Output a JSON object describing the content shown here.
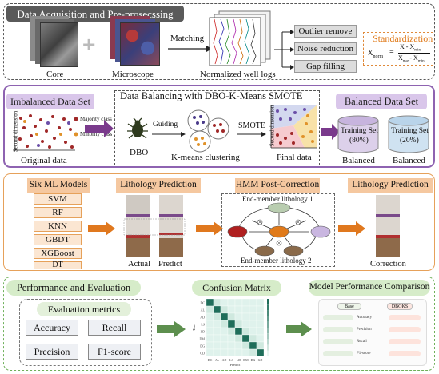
{
  "panel1": {
    "title": "Data Acquisition and Pre-prosecssing",
    "core_label": "Core",
    "microscope_label": "Microscope",
    "matching_label": "Matching",
    "logs_label": "Normalized well logs",
    "steps": [
      "Outlier remove",
      "Noise reduction",
      "Gap filling"
    ],
    "standardization_title": "Standardization",
    "formula_lhs": "X",
    "formula_lhs_sub": "norm",
    "formula_eq": "=",
    "formula_num": "X - X",
    "formula_num_sub": "min",
    "formula_den": "X",
    "formula_den_sub1": "max",
    "formula_den_mid": "- X",
    "formula_den_sub2": "min"
  },
  "panel2": {
    "imbalanced_title": "Imbalanced Data Set",
    "axis_label": "Second dimension",
    "majority_label": "Majority class",
    "minority_label": "Minority class",
    "original_label": "Original data",
    "balancing_title": "Data Balancing with DBO-K-Means SMOTE",
    "guiding_label": "Guiding",
    "dbo_label": "DBO",
    "kmeans_label": "K-means clustering",
    "smote_label": "SMOTE",
    "final_axis_label": "Second dimension",
    "final_label": "Final data",
    "balanced_title": "Balanced Data Set",
    "training_label": "Training Set",
    "training_pct": "(80%)",
    "test_label": "Training Set",
    "test_pct": "(20%)",
    "balanced_label_1": "Balanced",
    "balanced_label_2": "Balanced"
  },
  "panel3": {
    "models_title": "Six ML Models",
    "models": [
      "SVM",
      "RF",
      "KNN",
      "GBDT",
      "XGBoost",
      "DT"
    ],
    "lith_title": "Lithology Prediction",
    "actual_label": "Actual",
    "predict_label": "Predict",
    "hmm_title": "HMM Post-Correction",
    "end_member_1": "End-member lithology 1",
    "end_member_2": "End-member lithology  2",
    "lith_title_2": "Lithology Prediction",
    "correction_label": "Correction"
  },
  "panel4": {
    "perf_title": "Performance and Evaluation",
    "metrics_title": "Evaluation metrics",
    "metrics": [
      "Accuracy",
      "Recall",
      "Precision",
      "F1-score"
    ],
    "cm_title": "Confusion Matrix",
    "cm_ylabel": "True",
    "cm_xlabel": "Predict",
    "cm_classes": [
      "DC",
      "AL",
      "AD",
      "LS",
      "LD",
      "DM",
      "DG",
      "GD"
    ],
    "mpc_title": "Model Performance Comparison",
    "legend_base": "Base",
    "legend_dboks": "DBOKS",
    "mpc_rows": [
      "Accuracy",
      "Precision",
      "Recall",
      "F1-score"
    ]
  },
  "colors": {
    "gray_panel": "#4d4d4d",
    "purple_panel": "#8e63b1",
    "orange_panel": "#e6a15a",
    "green_panel": "#6fb05a",
    "purple_arrow": "#7a3a8c",
    "orange_arrow": "#e0781e",
    "green_arrow": "#5d8f4e",
    "cm_diag": "#1f6e5a"
  }
}
